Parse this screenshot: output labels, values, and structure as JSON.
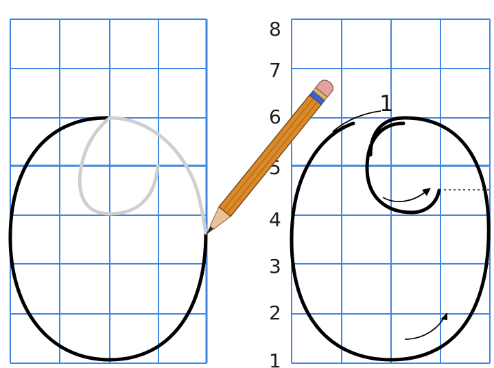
{
  "row_numbers": [
    "8",
    "7",
    "6",
    "5",
    "4",
    "3",
    "2",
    "1"
  ],
  "stroke_order_label": "1",
  "colors": {
    "grid": "#3f86e0",
    "letter_stroke": "#000000",
    "traced_guide": "#cfcfcf",
    "pencil_body": "#d98a2b",
    "pencil_tip": "#e7c39a",
    "pencil_ferrule": "#3d5fd1",
    "pencil_eraser": "#e3a39a"
  },
  "icons": [
    "pencil-icon",
    "direction-arrow-icon",
    "guide-dotted-line"
  ]
}
